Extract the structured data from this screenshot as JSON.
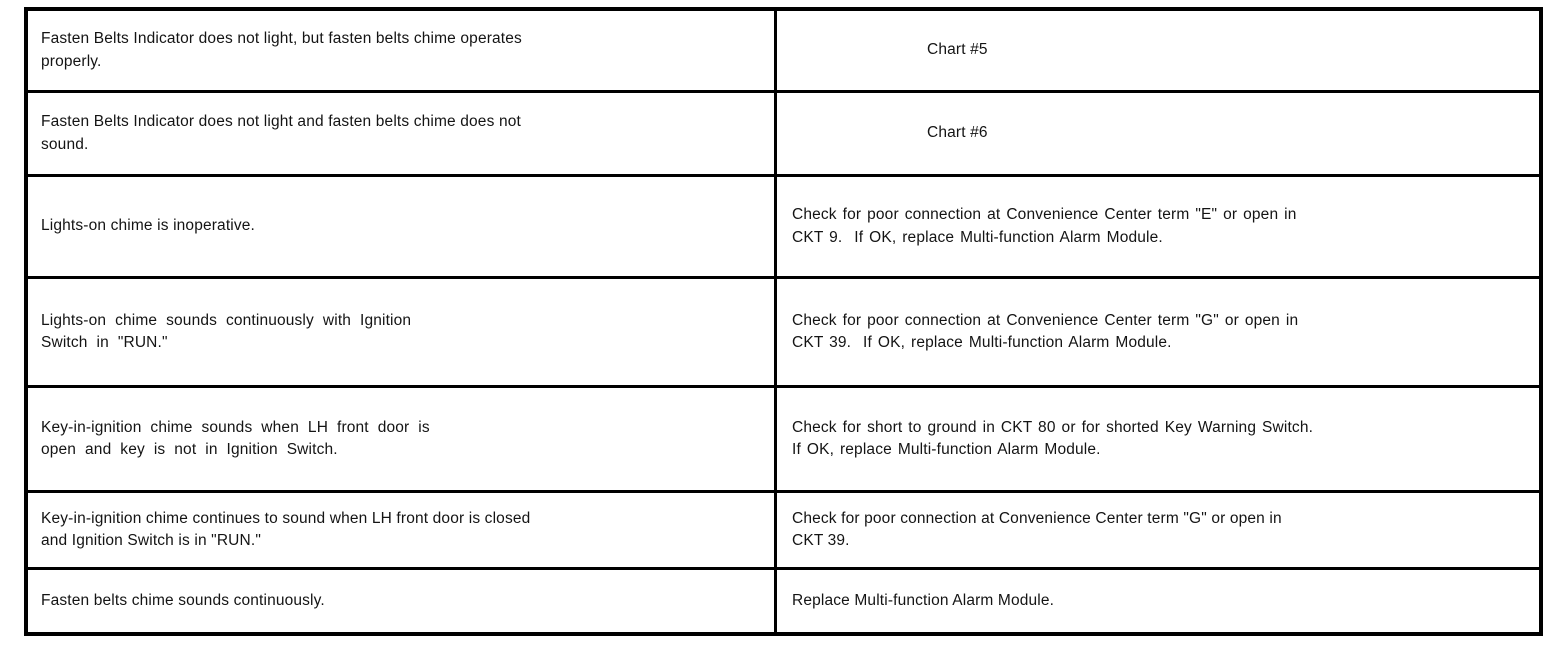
{
  "table": {
    "rows": [
      {
        "symptom": "Fasten Belts Indicator does not light, but fasten belts chime operates\nproperly.",
        "action": "Chart #5"
      },
      {
        "symptom": "Fasten Belts Indicator does not light and fasten belts chime does not\nsound.",
        "action": "Chart #6"
      },
      {
        "symptom": "Lights-on chime is inoperative.",
        "action": "Check for poor connection at Convenience Center term \"E\" or open in\nCKT 9.  If OK, replace Multi-function Alarm Module."
      },
      {
        "symptom": "Lights-on chime sounds continuously with Ignition\nSwitch in \"RUN.\"",
        "action": "Check for poor connection at Convenience Center term \"G\" or open in\nCKT 39.  If OK, replace Multi-function Alarm Module."
      },
      {
        "symptom": "Key-in-ignition chime sounds when LH front door is\nopen and key is not in Ignition Switch.",
        "action": "Check for short to ground in CKT 80 or for shorted Key Warning Switch.\nIf OK, replace Multi-function Alarm Module."
      },
      {
        "symptom": "Key-in-ignition chime continues to sound when LH front door is closed\nand Ignition Switch is in \"RUN.\"",
        "action": "Check for poor connection at Convenience Center term \"G\" or open in\nCKT 39."
      },
      {
        "symptom": "Fasten belts chime sounds continuously.",
        "action": "Replace Multi-function Alarm Module."
      }
    ]
  }
}
